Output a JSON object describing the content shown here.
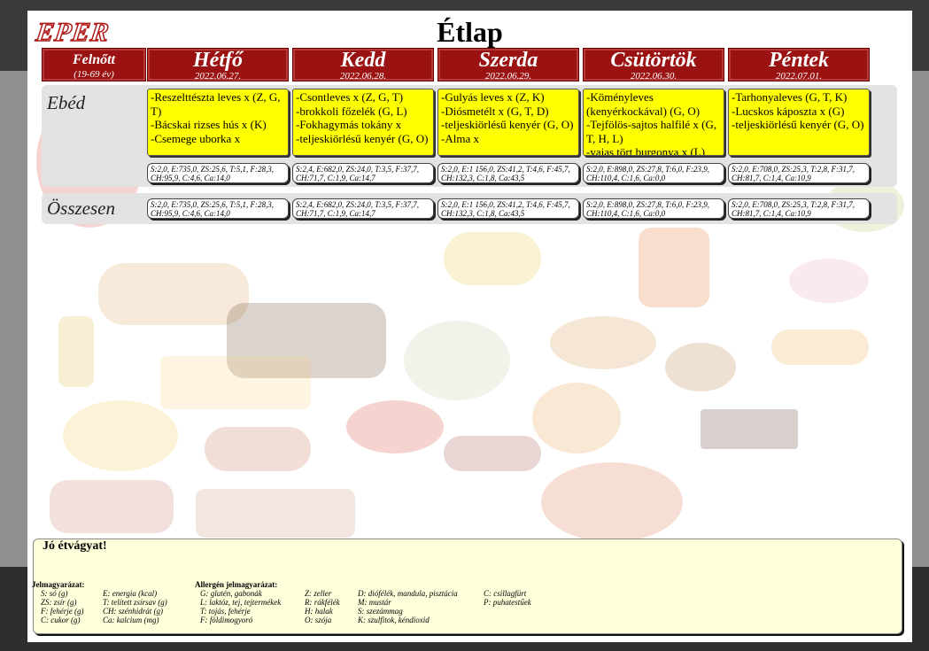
{
  "header": {
    "logo": "EPER",
    "title": "Étlap"
  },
  "group": {
    "label": "Felnőtt",
    "age": "(19-69 év)"
  },
  "days": [
    {
      "name": "Hétfő",
      "date": "2022.06.27."
    },
    {
      "name": "Kedd",
      "date": "2022.06.28."
    },
    {
      "name": "Szerda",
      "date": "2022.06.29."
    },
    {
      "name": "Csütörtök",
      "date": "2022.06.30."
    },
    {
      "name": "Péntek",
      "date": "2022.07.01."
    }
  ],
  "rows": {
    "lunch": "Ebéd",
    "total": "Összesen"
  },
  "meals": [
    [
      "-Reszelttészta leves x (Z, G, T)",
      "-Bácskai rizses hús x (K)",
      "-Csemege uborka x"
    ],
    [
      "-Csontleves x (Z, G, T)",
      "-brokkoli főzelék (G, L)",
      "-Fokhagymás tokány x",
      "-teljeskiörlésű kenyér (G, O)"
    ],
    [
      "-Gulyás leves x (Z, K)",
      "-Diósmetélt x (G, T, D)",
      "-teljeskiörlésű kenyér (G, O)",
      "-Alma x"
    ],
    [
      "-Köményleves (kenyérkockával) (G, O)",
      "-Tejfölös-sajtos halfilé x (G, T, H, L)",
      "-vajas tört burgonya x (L)"
    ],
    [
      "-Tarhonyaleves (G, T, K)",
      "-Lucskos káposzta x (G)",
      "-teljeskiörlésű kenyér (G, O)"
    ]
  ],
  "nutrition": [
    "S:2,0, E:735,0, ZS:25,6, T:5,1, F:28,3, CH:95,9, C:4,6, Ca:14,0",
    "S:2,4, E:682,0, ZS:24,0, T:3,5, F:37,7, CH:71,7, C:1,9, Ca:14,7",
    "S:2,0, E:1 156,0, ZS:41,2, T:4,6, F:45,7, CH:132,3, C:1,8, Ca:43,5",
    "S:2,0, E:898,0, ZS:27,8, T:6,0, F:23,9, CH:110,4, C:1,6, Ca:0,0",
    "S:2,0, E:708,0, ZS:25,3, T:2,8, F:31,7, CH:81,7, C:1,4, Ca:10,9"
  ],
  "footer": {
    "greeting": "Jó étvágyat!",
    "legend_title": "Jelmagyarázat:",
    "legend_col1": [
      "S: só (g)",
      "ZS: zsír (g)",
      "F: fehérje (g)",
      "C: cukor (g)"
    ],
    "legend_col2": [
      "E: energia (kcal)",
      "T: telített zsírsav (g)",
      "CH: szénhidrát (g)",
      "Ca: kalcium (mg)"
    ],
    "allergen_title": "Allergén jelmagyarázat:",
    "allergen_col1": [
      "G: glutén, gabonák",
      "L: laktóz, tej, tejtermékek",
      "T: tojás, fehérje",
      "F: földimogyoró"
    ],
    "allergen_col2": [
      "Z: zeller",
      "R: rákfélék",
      "H: halak",
      "O: szója"
    ],
    "allergen_col3": [
      "D: diófélék, mandula, pisztácia",
      "M: mustár",
      "S: szezámmag",
      "K: szulfitok, kéndioxid"
    ],
    "allergen_col4": [
      "C: csillagfürt",
      "P: puhatestűek"
    ]
  }
}
